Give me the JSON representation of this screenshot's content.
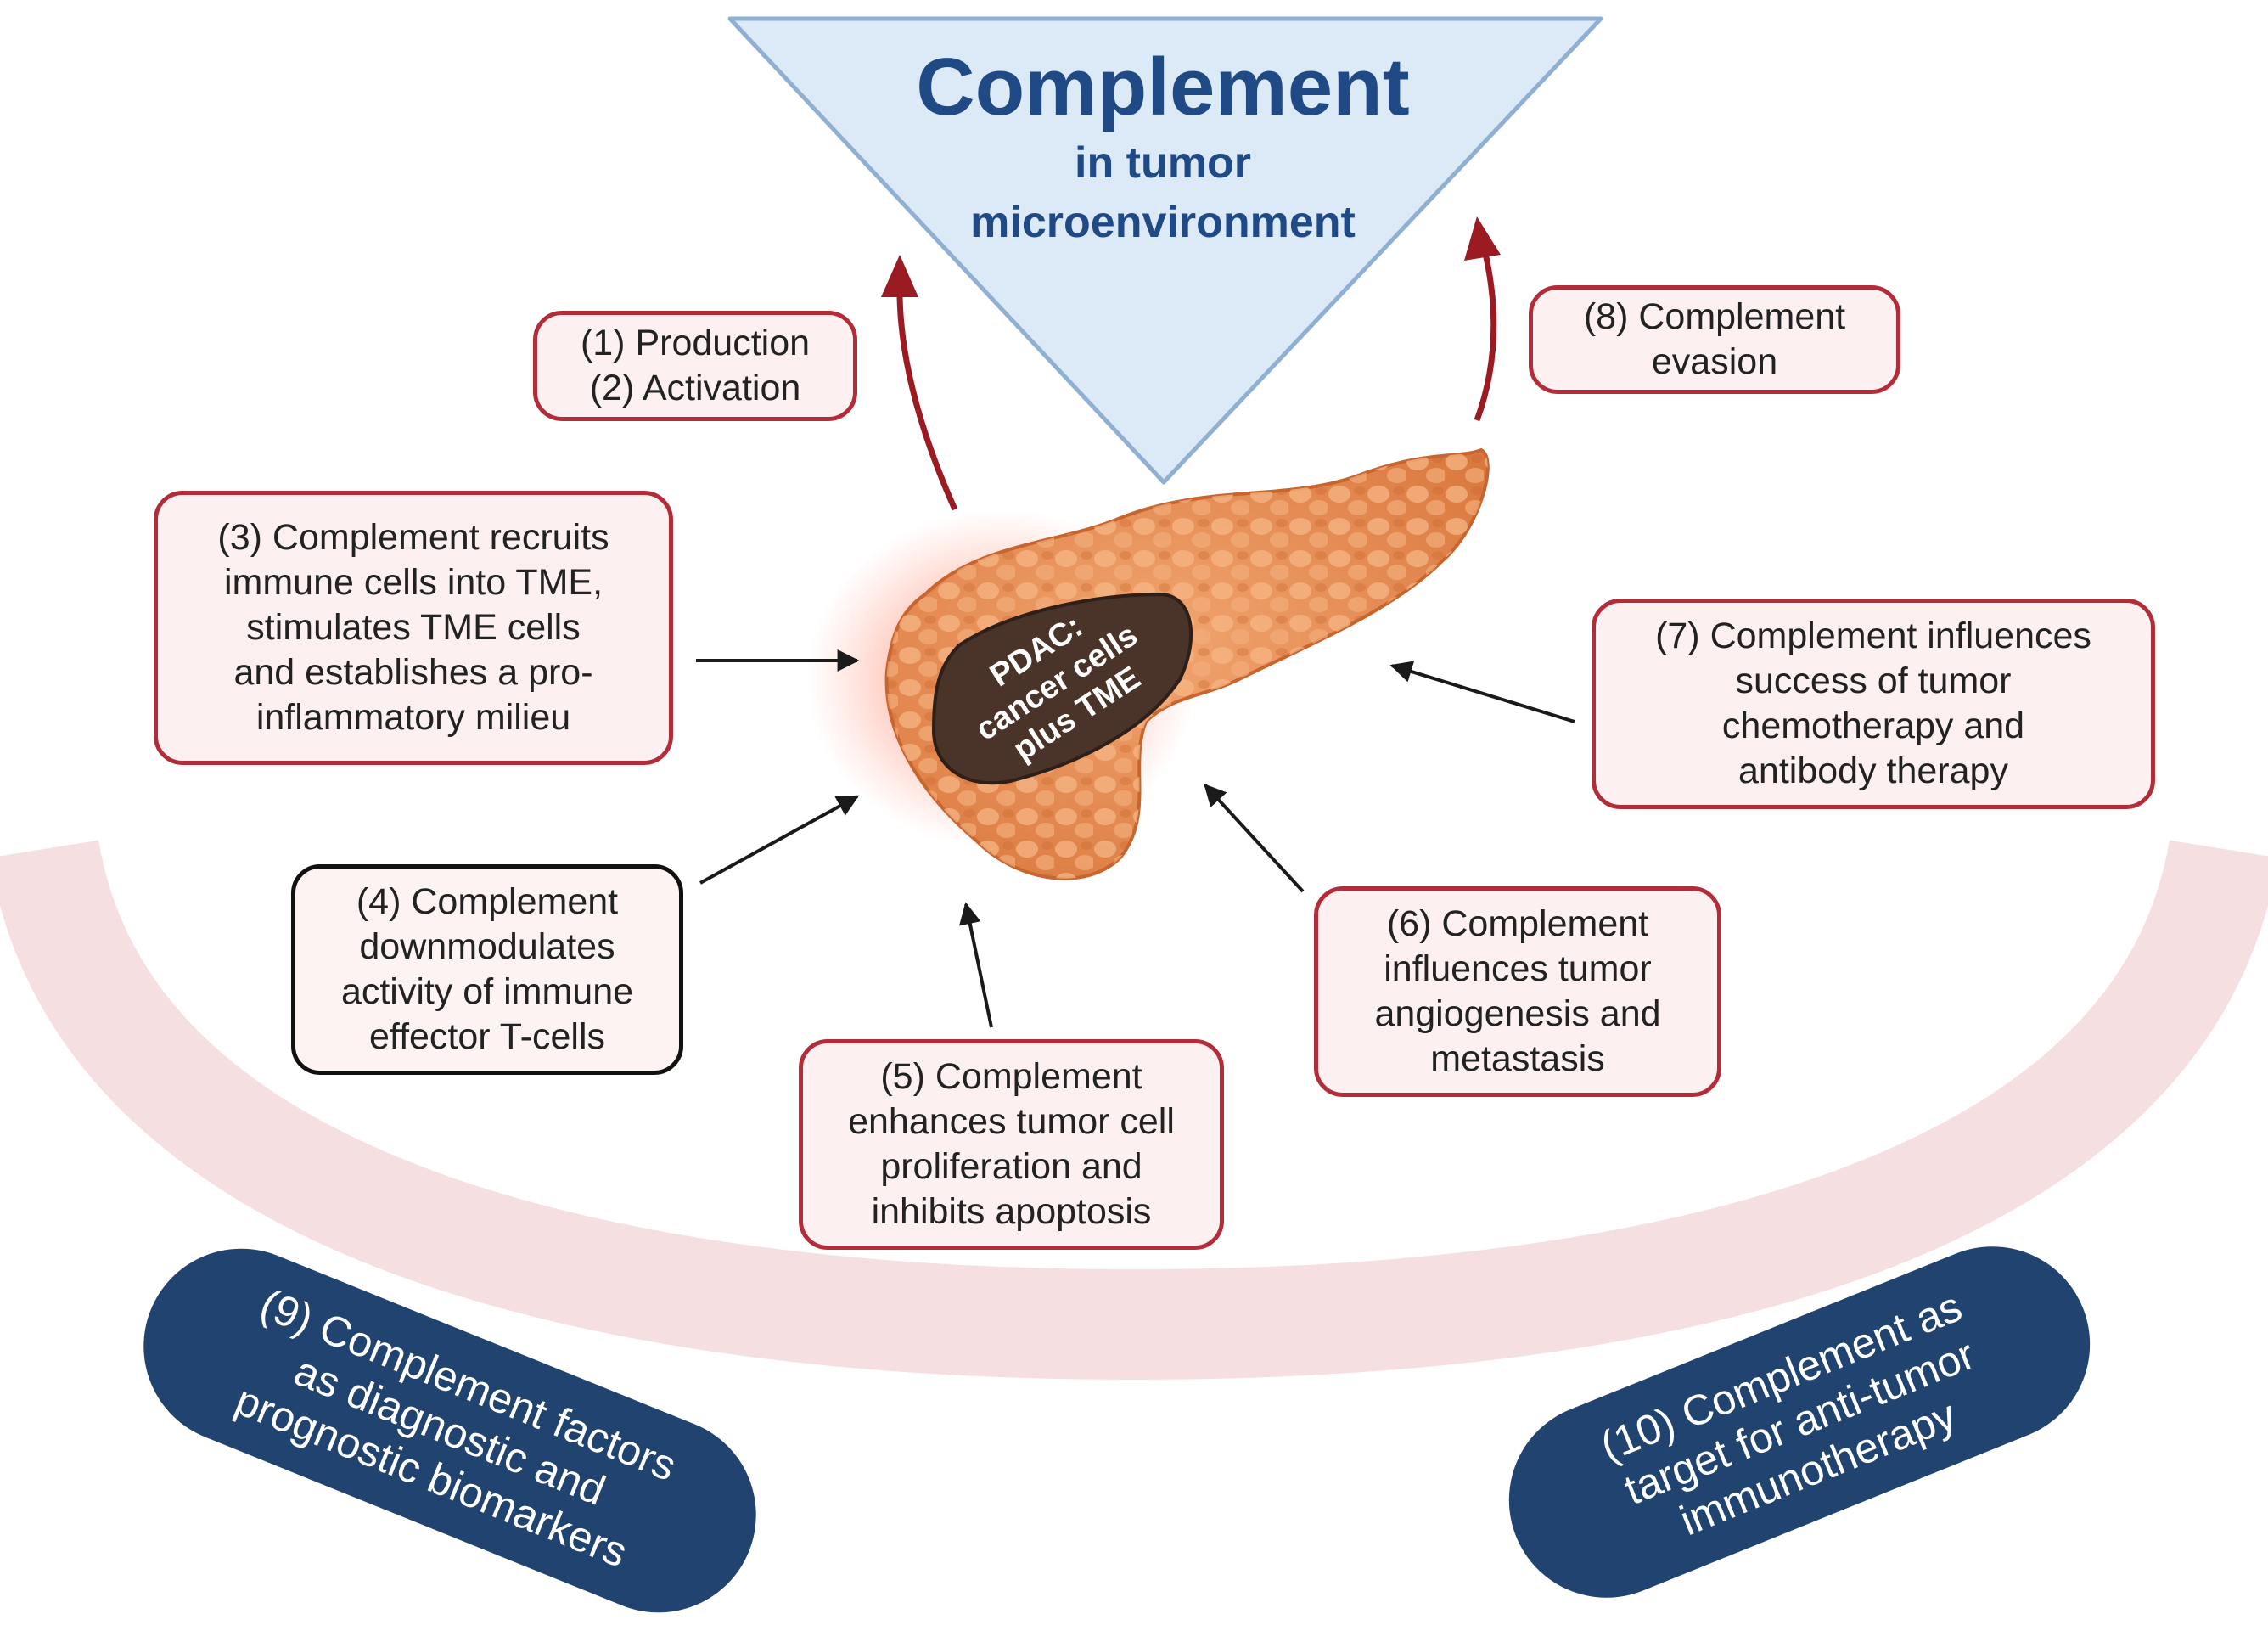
{
  "title": {
    "main": "Complement",
    "line1": "in tumor",
    "line2": "microenvironment"
  },
  "organ_label": [
    "PDAC:",
    "cancer cells",
    "plus TME"
  ],
  "boxes": {
    "b12": [
      "(1) Production",
      "(2) Activation"
    ],
    "b8": [
      "(8) Complement",
      "evasion"
    ],
    "b3": [
      "(3) Complement recruits",
      "immune cells into TME,",
      "stimulates TME cells",
      "and establishes a pro-",
      "inflammatory milieu"
    ],
    "b7": [
      "(7) Complement influences",
      "success of tumor",
      "chemotherapy and",
      "antibody therapy"
    ],
    "b4": [
      "(4) Complement",
      "downmodulates",
      "activity of immune",
      "effector T-cells"
    ],
    "b6": [
      "(6) Complement",
      "influences tumor",
      "angiogenesis and",
      "metastasis"
    ],
    "b5": [
      "(5) Complement",
      "enhances tumor cell",
      "proliferation and",
      "inhibits apoptosis"
    ]
  },
  "pills": {
    "p9": [
      "(9) Complement factors",
      "as diagnostic and",
      "prognostic biomarkers"
    ],
    "p10": [
      "(10) Complement as",
      "target for anti-tumor",
      "immunotherapy"
    ]
  },
  "colors": {
    "title": "#1f4a86",
    "triangle_fill": "#dce9f6",
    "triangle_stroke": "#8fb0d2",
    "box_border": "#b32c3a",
    "box_fill": "#fdf0f0",
    "pill": "#20436f",
    "arc": "#f6dfe1",
    "red_arrow": "#9b1b23",
    "organ": "#e08a52",
    "tumor": "#4a3328"
  }
}
